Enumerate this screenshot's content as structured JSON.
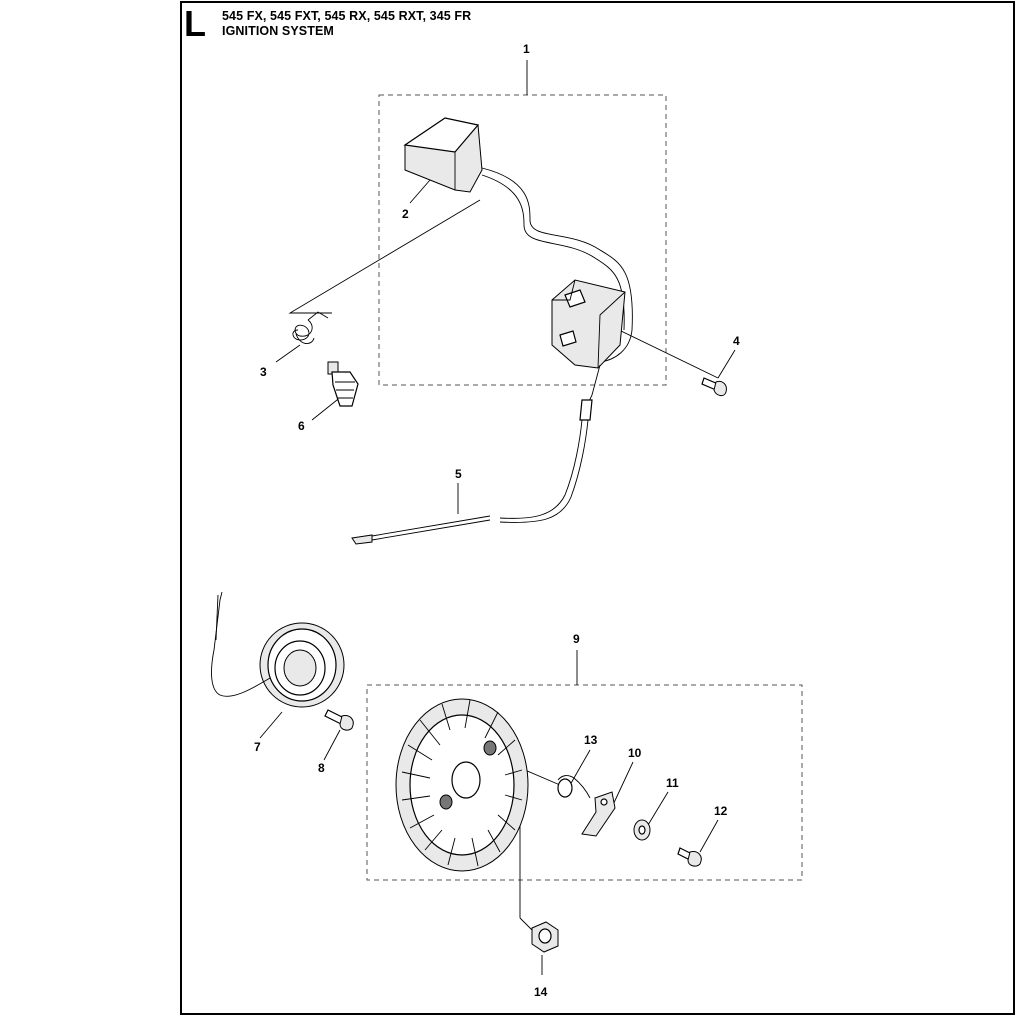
{
  "header": {
    "section_letter": "L",
    "models": "545 FX, 545 FXT, 545 RX, 545 RXT, 345 FR",
    "system_title": "IGNITION SYSTEM"
  },
  "callouts": {
    "p1": "1",
    "p2": "2",
    "p3": "3",
    "p4": "4",
    "p5": "5",
    "p6": "6",
    "p7": "7",
    "p8": "8",
    "p9": "9",
    "p10": "10",
    "p11": "11",
    "p12": "12",
    "p13": "13",
    "p14": "14"
  }
}
